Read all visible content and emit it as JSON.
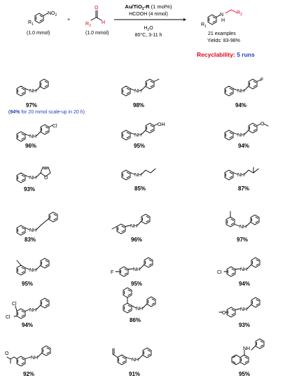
{
  "reaction": {
    "reagent1": {
      "substituent": "R",
      "substituent_sub": "1",
      "group": "NO",
      "group_sub": "2",
      "amount": "(1.0 mmol)"
    },
    "plus": "+",
    "reagent2": {
      "O": "O",
      "R": "R",
      "R_sub": "2",
      "H": "H",
      "amount": "(1.0 mmol)"
    },
    "catalyst": {
      "main": "Au/TiO",
      "sub": "2",
      "suffix": "-R",
      "loading": "(1 mol%)"
    },
    "reductant": "HCOOH (4 mmol)",
    "solvent_main": "H",
    "solvent_sub": "2",
    "solvent_end": "O",
    "conditions": "80°C, 3-11 h",
    "product": {
      "R1": "R",
      "R1_sub": "1",
      "N": "N",
      "H": "H",
      "R2": "R",
      "R2_sub": "2"
    },
    "examples": "21 examples",
    "yields": "Yields: 83-98%",
    "recyclability_label": "Recyclability:",
    "recyclability_value": "5 runs"
  },
  "scale_up": {
    "value": "94%",
    "text": "for 20 mmol scale-up in 20 h)",
    "open": "("
  },
  "atoms": {
    "NH": "NH",
    "F": "F",
    "Cl": "Cl",
    "OH": "OH",
    "O": "O"
  },
  "products": [
    {
      "id": "p1",
      "yield": "97%"
    },
    {
      "id": "p2",
      "yield": "98%"
    },
    {
      "id": "p3",
      "yield": "94%"
    },
    {
      "id": "p4",
      "yield": "96%"
    },
    {
      "id": "p5",
      "yield": "95%"
    },
    {
      "id": "p6",
      "yield": "94%"
    },
    {
      "id": "p7",
      "yield": "93%"
    },
    {
      "id": "p8",
      "yield": "85%"
    },
    {
      "id": "p9",
      "yield": "87%"
    },
    {
      "id": "p10",
      "yield": "83%"
    },
    {
      "id": "p11",
      "yield": "96%"
    },
    {
      "id": "p12",
      "yield": "97%"
    },
    {
      "id": "p13",
      "yield": "95%"
    },
    {
      "id": "p14",
      "yield": "95%"
    },
    {
      "id": "p15",
      "yield": "94%"
    },
    {
      "id": "p16",
      "yield": "94%"
    },
    {
      "id": "p17",
      "yield": "86%"
    },
    {
      "id": "p18",
      "yield": "93%"
    },
    {
      "id": "p19",
      "yield": "92%"
    },
    {
      "id": "p20",
      "yield": "91%"
    },
    {
      "id": "p21",
      "yield": "95%"
    }
  ]
}
